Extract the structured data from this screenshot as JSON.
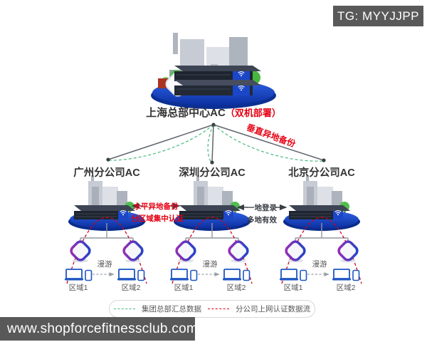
{
  "watermark": {
    "tag_label": "TG: MYYJJPP",
    "site_url": "www.shopforcefitnessclub.com"
  },
  "hq": {
    "name": "上海总部中心AC",
    "deploy_note": "（双机部署）"
  },
  "links": {
    "vertical_backup": "垂直异地备份"
  },
  "branches": [
    {
      "name": "广州分公司AC"
    },
    {
      "name": "深圳分公司AC"
    },
    {
      "name": "北京分公司AC"
    }
  ],
  "annotations": {
    "horizontal_backup": "水平异地备份",
    "regional_auth": "分区域集中认证",
    "login_line1": "一地登录",
    "login_line2": "多地有效"
  },
  "zone_labels": {
    "roaming": "漫游",
    "zone1": "区域1",
    "zone2": "区域2"
  },
  "legend": {
    "hq_data": {
      "label": "集团总部汇总数据",
      "color": "#45b97c"
    },
    "branch_auth": {
      "label": "分公司上网认证数据流",
      "color": "#d0021b"
    }
  },
  "colors": {
    "accent_red": "#e60012",
    "platform_blue": "#1b46c8",
    "badge_gray": "#595959",
    "link_green": "#45b97c"
  }
}
